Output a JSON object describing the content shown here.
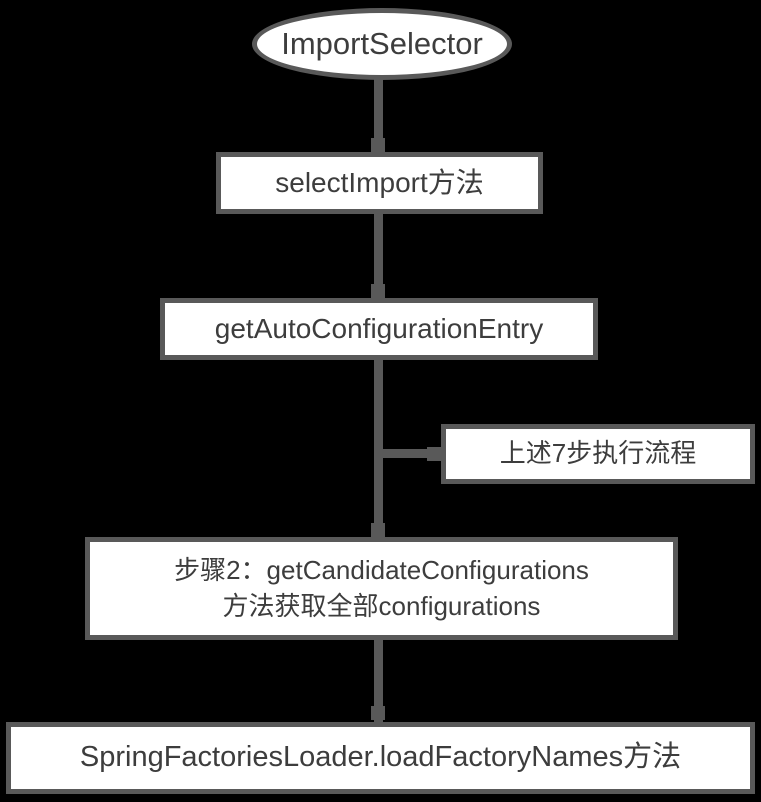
{
  "diagram": {
    "title": "ImportSelector auto-configuration flow",
    "type": "flowchart",
    "orientation": "top-to-bottom",
    "colors": {
      "background": "#000000",
      "node_fill": "#ffffff",
      "node_border": "#595959",
      "connector": "#595959",
      "text": "#3d3d3d"
    },
    "nodes": [
      {
        "id": "import-selector",
        "shape": "ellipse",
        "label": "ImportSelector"
      },
      {
        "id": "select-import",
        "shape": "rectangle",
        "label": "selectImport方法"
      },
      {
        "id": "get-auto-config-entry",
        "shape": "rectangle",
        "label": "getAutoConfigurationEntry"
      },
      {
        "id": "seven-steps",
        "shape": "rectangle",
        "label": "上述7步执行流程"
      },
      {
        "id": "candidate-configs",
        "shape": "rectangle",
        "line1": "步骤2：getCandidateConfigurations",
        "line2": "方法获取全部configurations"
      },
      {
        "id": "spring-factories",
        "shape": "rectangle",
        "label": "SpringFactoriesLoader.loadFactoryNames方法"
      }
    ],
    "edges": [
      {
        "id": "edge-1",
        "from": "import-selector",
        "to": "select-import",
        "style": "solid",
        "arrow": "square"
      },
      {
        "id": "edge-2",
        "from": "select-import",
        "to": "get-auto-config-entry",
        "style": "solid",
        "arrow": "square"
      },
      {
        "id": "edge-3",
        "from": "get-auto-config-entry",
        "to": "seven-steps",
        "style": "solid",
        "arrow": "square"
      },
      {
        "id": "edge-4",
        "from": "get-auto-config-entry",
        "to": "candidate-configs",
        "style": "solid",
        "arrow": "square"
      },
      {
        "id": "edge-5",
        "from": "candidate-configs",
        "to": "spring-factories",
        "style": "solid",
        "arrow": "square"
      }
    ]
  }
}
